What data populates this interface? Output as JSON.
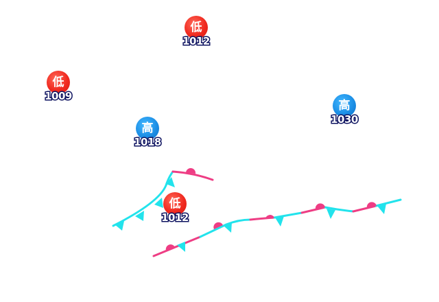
{
  "colors": {
    "low": "#f02a20",
    "high": "#1c8fe6",
    "value_outline": "#0e1360",
    "cold_front": "#22e3ec",
    "warm_front": "#ee3d84"
  },
  "pressure_centers": [
    {
      "id": "low-1",
      "type": "low",
      "symbol": "低",
      "value": "1012"
    },
    {
      "id": "low-2",
      "type": "low",
      "symbol": "低",
      "value": "1009"
    },
    {
      "id": "high-1",
      "type": "high",
      "symbol": "高",
      "value": "1030"
    },
    {
      "id": "high-2",
      "type": "high",
      "symbol": "高",
      "value": "1018"
    },
    {
      "id": "low-3",
      "type": "low",
      "symbol": "低",
      "value": "1012"
    }
  ],
  "fronts": [
    {
      "id": "front-a",
      "kind": "occluded"
    },
    {
      "id": "front-b",
      "kind": "stationary"
    }
  ]
}
